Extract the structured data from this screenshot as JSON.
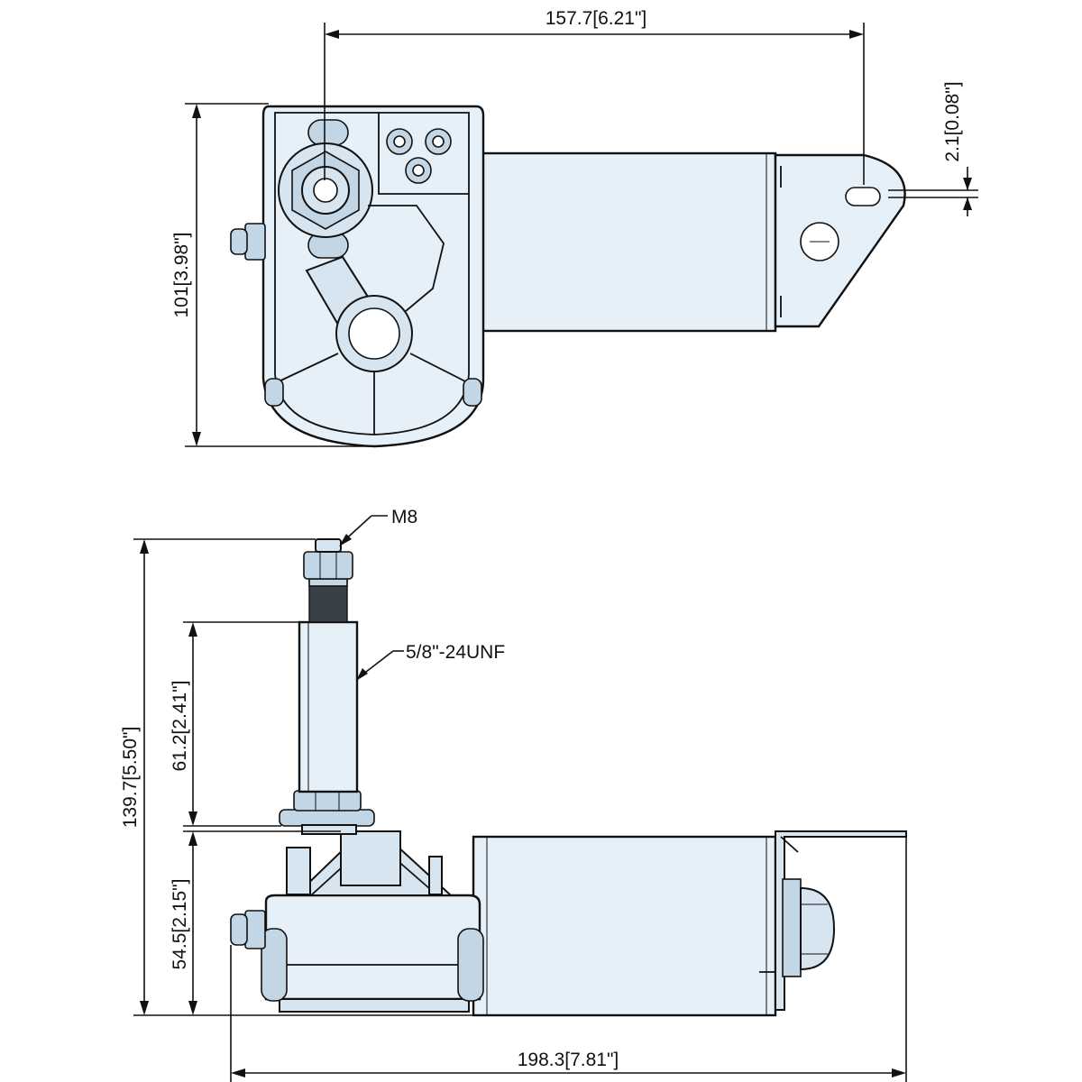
{
  "dimensions": {
    "top_width": "157.7[6.21\"]",
    "top_offset": "2.1[0.08\"]",
    "top_height": "101[3.98\"]",
    "side_total_height": "139.7[5.50\"]",
    "side_shaft_length": "61.2[2.41\"]",
    "side_body_height": "54.5[2.15\"]",
    "side_total_width": "198.3[7.81\"]"
  },
  "callouts": {
    "nut_thread": "M8",
    "shaft_thread": "5/8\"-24UNF"
  },
  "colors": {
    "body_fill": "#e6f0f8",
    "line": "#111111"
  }
}
